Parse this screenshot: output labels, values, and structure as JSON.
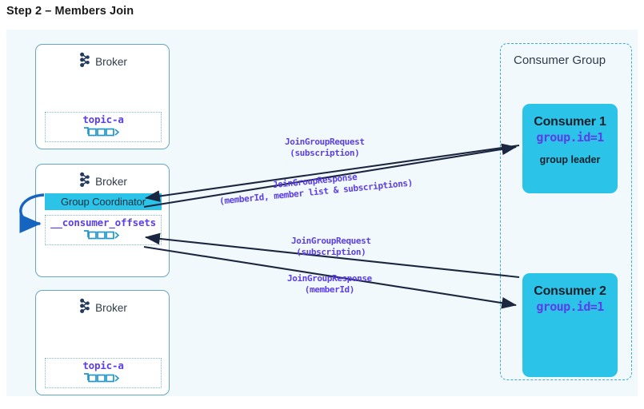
{
  "page": {
    "title": "Step 2 – Members Join",
    "background_color": "#ffffff",
    "canvas_color": "#f2f9fc"
  },
  "colors": {
    "cyan": "#2bc4e8",
    "purple": "#5b3ee8",
    "broker_border": "#66a6c4",
    "arrow_navy": "#1b2740",
    "arrow_blue": "#1565c0",
    "dashed_blue": "#3da9d8"
  },
  "brokers": [
    {
      "id": "broker-top",
      "label": "Broker",
      "icon": "kafka-logo-icon",
      "topic": {
        "name": "topic-a",
        "glyph": "partition-glyph"
      },
      "coordinator": null
    },
    {
      "id": "broker-middle",
      "label": "Broker",
      "icon": "kafka-logo-icon",
      "coordinator": {
        "label": "Group Coordinator"
      },
      "topic": {
        "name": "__consumer_offsets",
        "glyph": "partition-glyph"
      }
    },
    {
      "id": "broker-bottom",
      "label": "Broker",
      "icon": "kafka-logo-icon",
      "topic": {
        "name": "topic-a",
        "glyph": "partition-glyph"
      },
      "coordinator": null
    }
  ],
  "consumer_group": {
    "title": "Consumer Group",
    "consumers": [
      {
        "name": "Consumer 1",
        "group_id": "group.id=1",
        "role": "group leader"
      },
      {
        "name": "Consumer 2",
        "group_id": "group.id=1",
        "role": ""
      }
    ]
  },
  "messages": [
    {
      "id": "msg-join-request-1",
      "line1": "JoinGroupRequest",
      "line2": "(subscription)",
      "direction": "consumer-1-to-coordinator"
    },
    {
      "id": "msg-join-response-1",
      "line1": "JoinGroupResponse",
      "line2": "(memberId, member list & subscriptions)",
      "direction": "coordinator-to-consumer-1"
    },
    {
      "id": "msg-join-request-2",
      "line1": "JoinGroupRequest",
      "line2": "(subscription)",
      "direction": "consumer-2-to-coordinator"
    },
    {
      "id": "msg-join-response-2",
      "line1": "JoinGroupResponse",
      "line2": "(memberId)",
      "direction": "coordinator-to-consumer-2"
    }
  ]
}
